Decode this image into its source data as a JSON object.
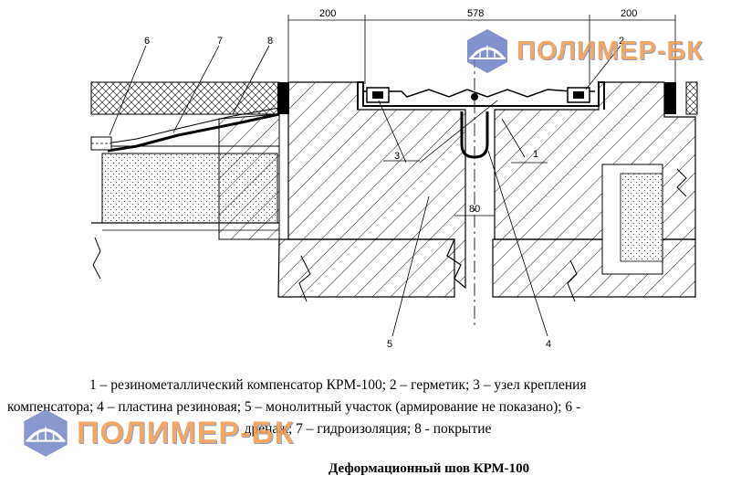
{
  "brand": {
    "name": "ПОЛИМЕР-БК",
    "colors": {
      "logo_text": "#f09a4a",
      "logo_emblem": "#6b7fc4"
    }
  },
  "dimensions": {
    "left_plate": "200",
    "gap_span": "578",
    "right_plate": "200",
    "slot_width": "80"
  },
  "callouts": [
    "1",
    "2",
    "3",
    "4",
    "5",
    "6",
    "7",
    "8"
  ],
  "legend": {
    "line1": "1 – резинометаллический компенсатор КРМ-100; 2 – герметик; 3 – узел крепления",
    "line2": "компенсатора; 4 – пластина резиновая; 5 – монолитный участок (армирование не показано); 6 -",
    "line3": "дренаж; 7 – гидроизоляция; 8 - покрытие"
  },
  "caption": "Деформационный шов КРМ-100",
  "icons": [
    "bridge-logo-icon"
  ]
}
